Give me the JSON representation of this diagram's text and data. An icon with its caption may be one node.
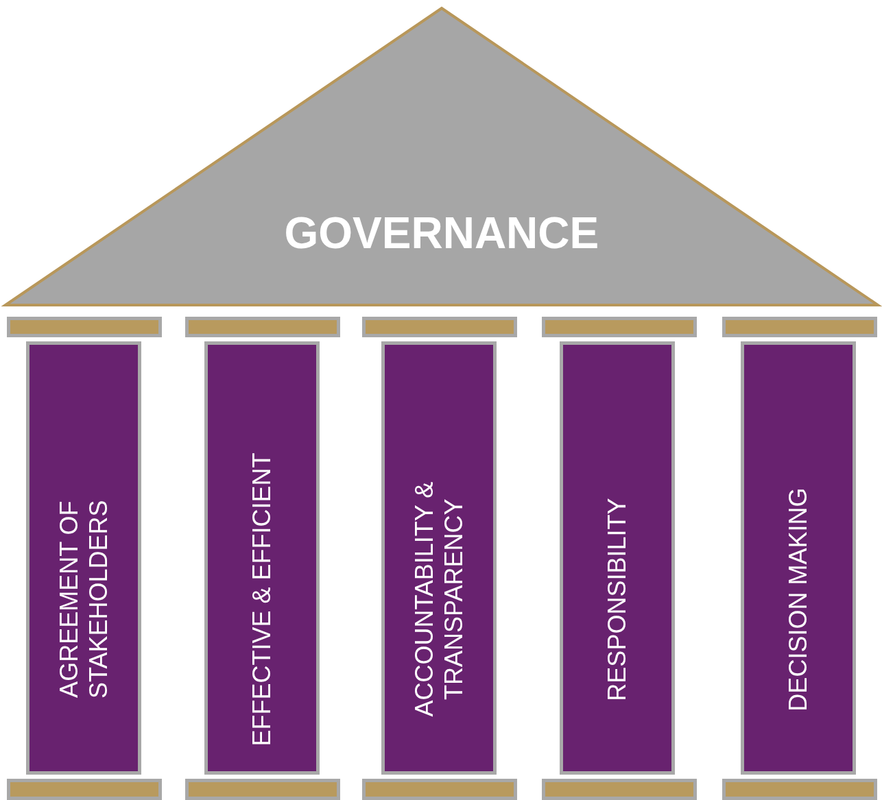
{
  "diagram": {
    "nodes": [
      {
        "text": [
          "GOVERNANCE"
        ]
      },
      {
        "text": [],
        "shape": "bar"
      },
      {
        "text": [],
        "shape": "bar"
      },
      {
        "text": [],
        "shape": "bar"
      },
      {
        "text": [],
        "shape": "bar"
      },
      {
        "text": [],
        "shape": "bar"
      },
      {
        "text": [
          "AGREEMENT OF STAKEHOLDERS"
        ]
      },
      {
        "text": [
          "EFFECTIVE & EFFICIENT"
        ]
      },
      {
        "text": [
          "ACCOUNTABILITY & TRANSPARENCY"
        ]
      },
      {
        "text": [
          "RESPONSIBILITY"
        ]
      },
      {
        "text": [
          "DECISION MAKING"
        ]
      },
      {
        "text": [],
        "shape": "bar"
      },
      {
        "text": [],
        "shape": "bar"
      },
      {
        "text": [],
        "shape": "bar"
      },
      {
        "text": [],
        "shape": "bar"
      },
      {
        "text": [],
        "shape": "bar"
      }
    ]
  }
}
